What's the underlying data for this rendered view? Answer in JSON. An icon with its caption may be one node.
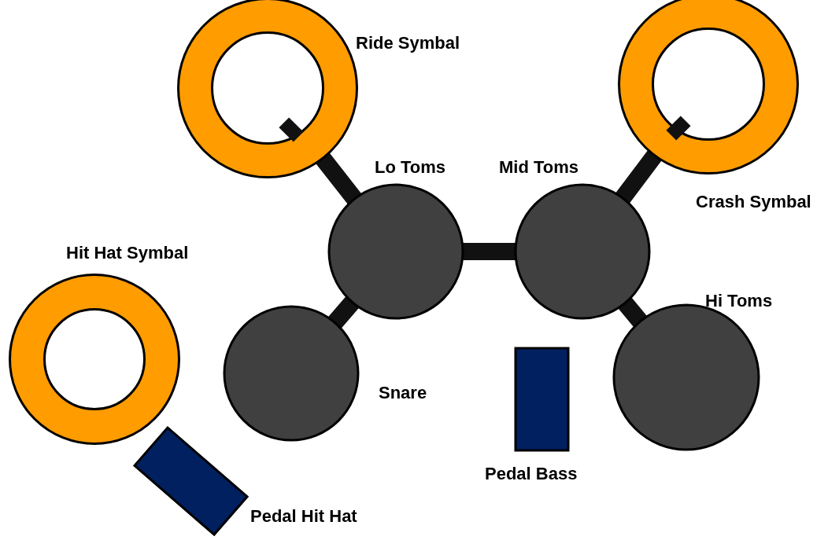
{
  "diagram": {
    "nodes": [
      {
        "text": [
          "Ride Symbal"
        ]
      },
      {
        "text": [
          "Crash Symbal"
        ]
      },
      {
        "text": [
          "Lo Toms"
        ]
      },
      {
        "text": [
          "Mid Toms"
        ]
      },
      {
        "text": [
          "Hit Hat Symbal"
        ]
      },
      {
        "text": [
          "Hi Toms"
        ]
      },
      {
        "text": [
          "Snare"
        ]
      },
      {
        "text": [
          "Pedal Bass"
        ]
      },
      {
        "text": [
          "Pedal Hit Hat"
        ]
      }
    ],
    "edges": [
      {
        "from": 0,
        "to": 2,
        "arrow": "none"
      },
      {
        "from": 2,
        "to": 3,
        "arrow": "none"
      },
      {
        "from": 3,
        "to": 1,
        "arrow": "none"
      },
      {
        "from": 2,
        "to": 6,
        "arrow": "none"
      },
      {
        "from": 3,
        "to": 5,
        "arrow": "none"
      }
    ]
  }
}
